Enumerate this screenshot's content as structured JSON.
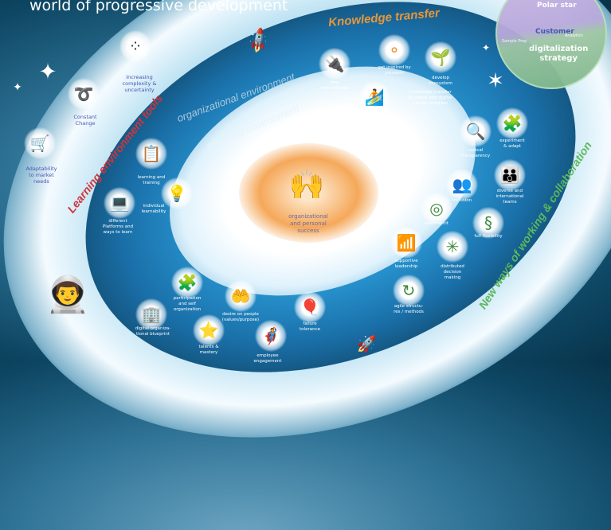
{
  "title": "world of progressive development",
  "arcs": {
    "knowledge": "Knowledge transfer",
    "learning": "Learning environment tools",
    "new_ways": "New ways of working & collaboration",
    "organizational": "organizational environment",
    "personal": "personal environment"
  },
  "polar_star": {
    "title": "Polar star",
    "customer": "Customer",
    "sample_prep": "Sample Prep",
    "analytics": "Analytics",
    "strategy": "digitalization\nstrategy"
  },
  "center": {
    "label": "organizational\nand personal\nsuccess",
    "icon": "celebrating-people-icon"
  },
  "colors": {
    "learning": "#d0343c",
    "knowledge": "#e8973a",
    "new_ways": "#5cb85c",
    "outer_labels": "#4a56b5",
    "center_label": "#6a6aa0"
  },
  "outer_items": [
    {
      "label": "Increasing\ncomplexity &\nuncertainty",
      "icon": "dot-network-icon"
    },
    {
      "label": "Constant\nChange",
      "icon": "loop-arrow-icon"
    },
    {
      "label": "Adaptability\nto market\nneeds",
      "icon": "shopping-cart-icon"
    }
  ],
  "learning_items": [
    {
      "label": "learning and\ntraining",
      "icon": "presentation-icon"
    },
    {
      "label": "individual\nlearnability",
      "icon": "head-ideas-icon"
    },
    {
      "label": "different\nPlatforms and\nways to learn",
      "icon": "laptop-icon"
    }
  ],
  "knowledge_items": [
    {
      "label": "new\ntechnologies",
      "icon": "chip-icon"
    },
    {
      "label": "get inspired by\npioneers",
      "icon": "newton-cradle-icon"
    },
    {
      "label": "develop\necosystem",
      "icon": "hand-plant-icon"
    },
    {
      "label": "knowledge transfer\nby peers and digital\npeople program",
      "icon": "surfer-icon"
    }
  ],
  "collab_items": [
    {
      "label": "radical\ntransparency",
      "icon": "magnifier-icon"
    },
    {
      "label": "experiment\n& adapt",
      "icon": "puzzle-icon"
    },
    {
      "label": "inclusion",
      "icon": "group-icon"
    },
    {
      "label": "diverse and\ninternational\nteams",
      "icon": "team-icon"
    },
    {
      "label": "team spirit",
      "icon": "team-circle-icon"
    },
    {
      "label": "full flexibility",
      "icon": "flexibility-icon"
    },
    {
      "label": "supportive\nleadership",
      "icon": "stairs-icon"
    },
    {
      "label": "distributed\ndecision\nmaking",
      "icon": "decision-icon"
    },
    {
      "label": "agile structu-\nres / methods",
      "icon": "agile-loop-icon"
    }
  ],
  "org_items": [
    {
      "label": "participation\nand self\norganization",
      "icon": "puzzle-globe-icon"
    },
    {
      "label": "desire on people\n(values/purpose)",
      "icon": "hands-person-icon"
    },
    {
      "label": "digital organiza-\ntional blueprint",
      "icon": "building-icon"
    },
    {
      "label": "talents &\nmastery",
      "icon": "star-trophy-icon"
    },
    {
      "label": "employee\nengagement",
      "icon": "flying-person-icon"
    },
    {
      "label": "failure\ntolerance",
      "icon": "balloon-icon"
    }
  ]
}
